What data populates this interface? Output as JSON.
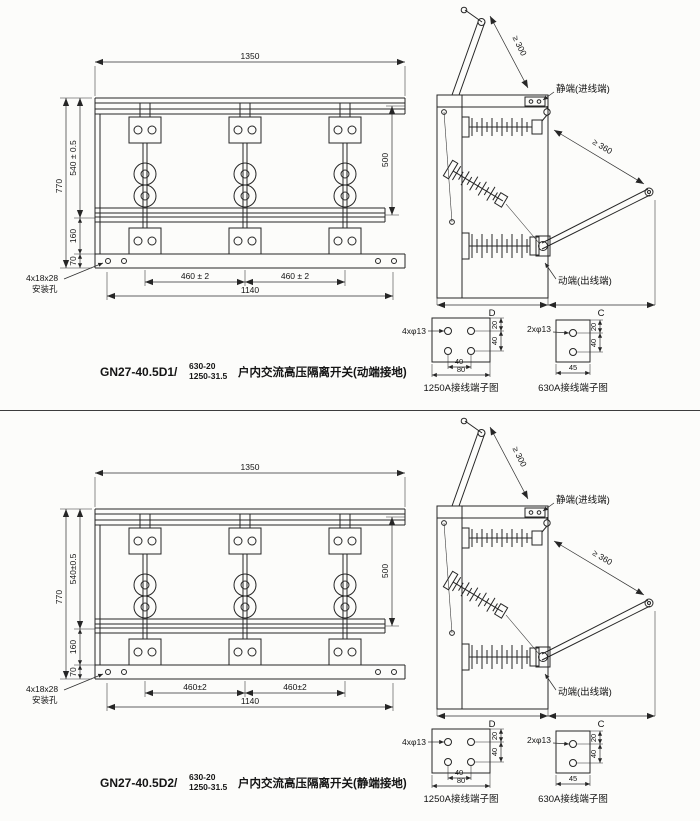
{
  "panels": [
    {
      "caption": {
        "model": "GN27-40.5D1/",
        "rating_top": "630-20",
        "rating_bottom": "1250-31.5",
        "description": "户内交流高压隔离开关(动端接地)"
      },
      "front_view": {
        "dim_width": "1350",
        "dim_height": "770",
        "dim_pole": "540 ± 0.5",
        "dim_160": "160",
        "dim_70": "70",
        "dim_500": "500",
        "dim_span_left": "460 ± 2",
        "dim_span_right": "460 ± 2",
        "dim_base": "1140",
        "mount_hole": "4x18x28",
        "mount_label": "安装孔"
      },
      "side_view": {
        "clearance_top": "≥ 300",
        "clearance_blade": "≥ 360",
        "static_terminal": "静端(进线端)",
        "moving_terminal": "动端(出线端)",
        "dim_d": "D",
        "dim_c": "C"
      },
      "terminal_1250": {
        "holes": "4xφ13",
        "dim_40": "40",
        "dim_80": "80",
        "dim_20": "20",
        "dim_40r": "40",
        "label": "1250A接线端子图"
      },
      "terminal_630": {
        "holes": "2xφ13",
        "dim_45": "45",
        "dim_20": "20",
        "dim_40": "40",
        "label": "630A接线端子图"
      }
    },
    {
      "caption": {
        "model": "GN27-40.5D2/",
        "rating_top": "630-20",
        "rating_bottom": "1250-31.5",
        "description": "户内交流高压隔离开关(静端接地)"
      },
      "front_view": {
        "dim_width": "1350",
        "dim_height": "770",
        "dim_pole": "540±0.5",
        "dim_160": "160",
        "dim_70": "70",
        "dim_500": "500",
        "dim_span_left": "460±2",
        "dim_span_right": "460±2",
        "dim_base": "1140",
        "mount_hole": "4x18x28",
        "mount_label": "安装孔"
      },
      "side_view": {
        "clearance_top": "≥ 300",
        "clearance_blade": "≥ 360",
        "static_terminal": "静端(进线端)",
        "moving_terminal": "动端(出线端)",
        "dim_d": "D",
        "dim_c": "C"
      },
      "terminal_1250": {
        "holes": "4xφ13",
        "dim_40": "40",
        "dim_80": "80",
        "dim_20": "20",
        "dim_40r": "40",
        "label": "1250A接线端子图"
      },
      "terminal_630": {
        "holes": "2xφ13",
        "dim_45": "45",
        "dim_20": "20",
        "dim_40": "40",
        "label": "630A接线端子图"
      }
    }
  ]
}
